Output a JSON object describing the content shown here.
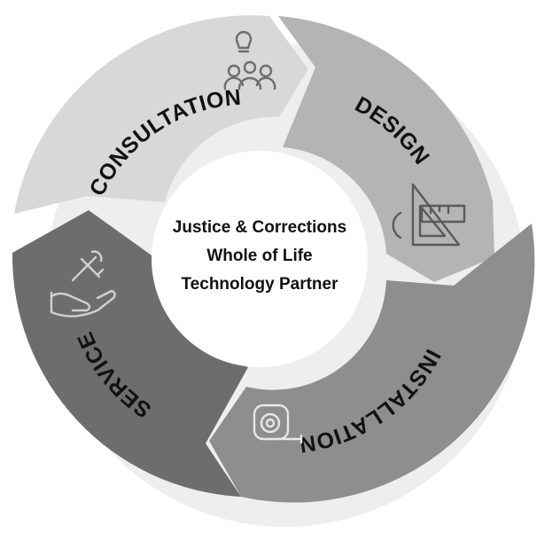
{
  "diagram": {
    "center_lines": [
      "Justice & Corrections",
      "Whole of Life",
      "Technology Partner"
    ],
    "segments": [
      {
        "label": "CONSULTATION",
        "color": "#d8d8d8",
        "icon": "lightbulb-team-icon",
        "icon_color": "#6e6e6e"
      },
      {
        "label": "DESIGN",
        "color": "#b4b4b4",
        "icon": "drafting-tools-icon",
        "icon_color": "#5a5a5a"
      },
      {
        "label": "INSTALLATION",
        "color": "#8e8e8e",
        "icon": "tape-measure-icon",
        "icon_color": "#e8e8e8"
      },
      {
        "label": "SERVICE",
        "color": "#6d6d6d",
        "icon": "hand-tools-icon",
        "icon_color": "#d0d0d0"
      }
    ]
  }
}
